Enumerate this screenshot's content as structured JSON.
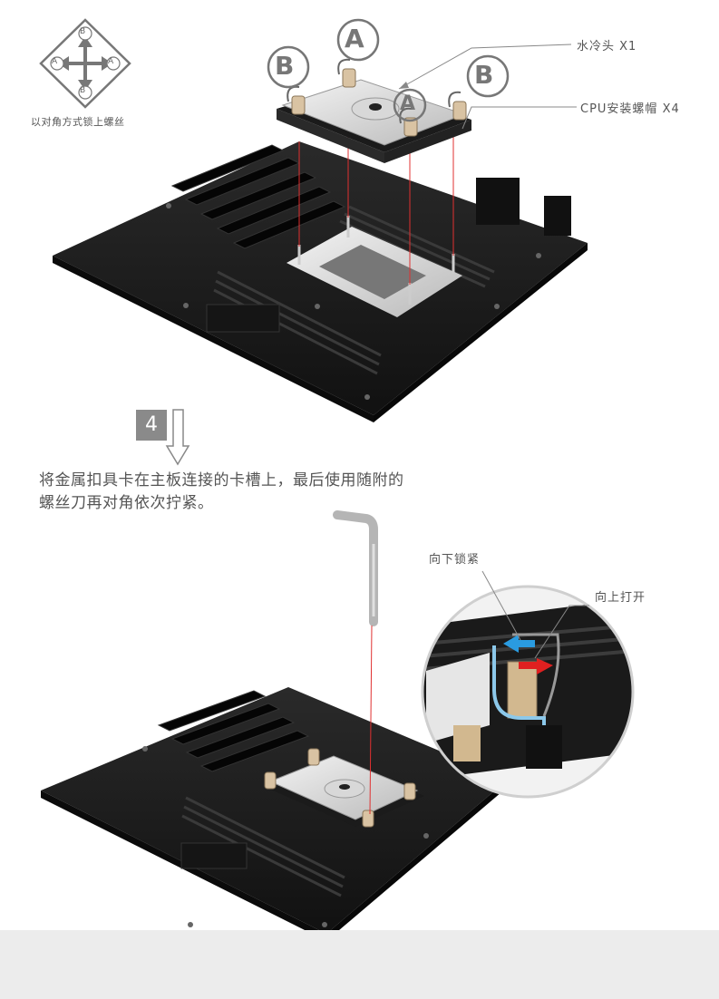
{
  "legend": {
    "caption": "以对角方式锁上螺丝",
    "top_letter": "B",
    "bottom_letter": "B",
    "left_letter": "A",
    "right_letter": "A"
  },
  "callouts": {
    "water_block": "水冷头 X1",
    "cpu_screw_cap": "CPU安装螺帽 X4",
    "lock_down": "向下锁紧",
    "lift_up": "向上打开"
  },
  "markers": {
    "a_top": "A",
    "a_front": "A",
    "b_left": "B",
    "b_right": "B"
  },
  "step": {
    "number": "4",
    "line1": "将金属扣具卡在主板连接的卡槽上，最后使用随附的",
    "line2": "螺丝刀再对角依次拧紧。"
  },
  "colors": {
    "board": "#1c1c1c",
    "marker": "#777777",
    "guide_line": "#e03030",
    "arrow_blue": "#2a9be0",
    "arrow_red": "#e02020",
    "footer": "#ececec"
  }
}
